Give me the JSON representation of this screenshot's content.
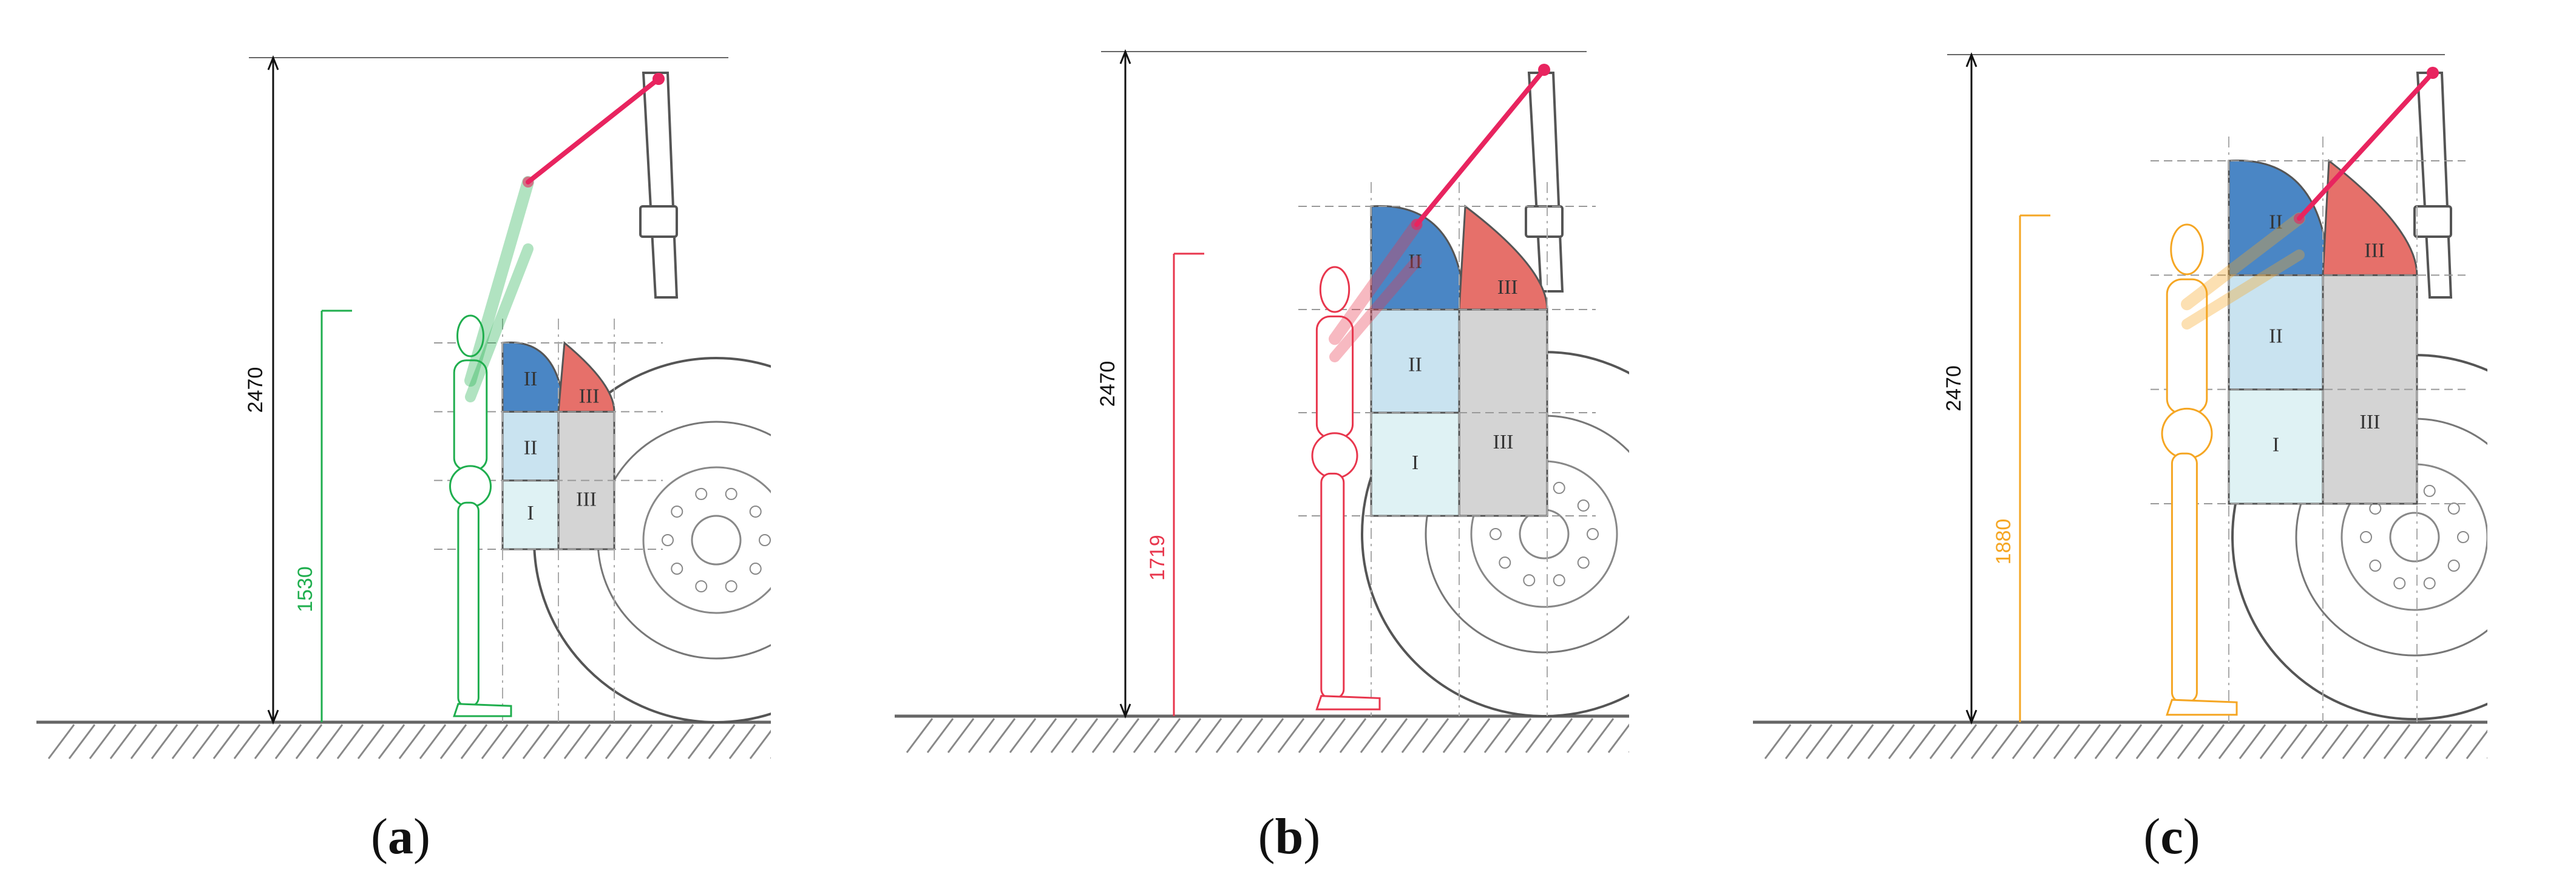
{
  "panels": [
    {
      "id": "a",
      "caption_open": "(",
      "caption_letter": "a",
      "caption_close": ")",
      "total_height_label": "2470",
      "operator_height_label": "1530",
      "operator_color": "#1fae4e",
      "zone_labels": [
        "I",
        "II",
        "II",
        "III",
        "III"
      ]
    },
    {
      "id": "b",
      "caption_open": "(",
      "caption_letter": "b",
      "caption_close": ")",
      "total_height_label": "2470",
      "operator_height_label": "1719",
      "operator_color": "#e8364d",
      "zone_labels": [
        "I",
        "II",
        "II",
        "III",
        "III"
      ]
    },
    {
      "id": "c",
      "caption_open": "(",
      "caption_letter": "c",
      "caption_close": ")",
      "total_height_label": "2470",
      "operator_height_label": "1880",
      "operator_color": "#f5a623",
      "zone_labels": [
        "I",
        "II",
        "II",
        "III",
        "III"
      ]
    }
  ],
  "colors": {
    "zone_I": "#dff2f4",
    "zone_II_light": "#c9e3f0",
    "zone_II_dark": "#4a86c5",
    "zone_III_grey": "#d4d4d4",
    "zone_III_red": "#e6706a",
    "pointer_line": "#e8245f",
    "machine_outline": "#555555"
  }
}
